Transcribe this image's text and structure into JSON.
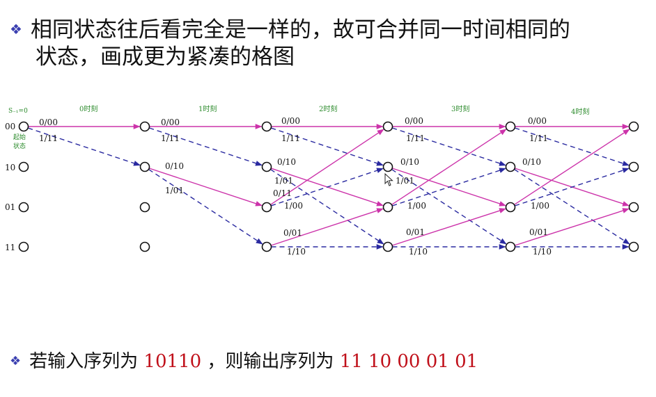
{
  "heading": {
    "bullet": "❖",
    "line1": "相同状态往后看完全是一样的，故可合并同一时间相同的",
    "line2": "状态，画成更为紧凑的格图"
  },
  "trellis": {
    "start_state_label": "S₋₁=0",
    "start_caption_1": "起始",
    "start_caption_2": "状态",
    "time_labels": [
      "0时刻",
      "1时刻",
      "2时刻",
      "3时刻",
      "4时刻"
    ],
    "state_labels": [
      "00",
      "10",
      "01",
      "11"
    ],
    "edge_labels": [
      "0/00",
      "1/11",
      "0/00",
      "1/11",
      "0/10",
      "1/01",
      "0/00",
      "1/11",
      "0/10",
      "1/01",
      "0/11",
      "1/00",
      "0/01",
      "1/10",
      "0/00",
      "1/11",
      "0/10",
      "1/01",
      "1/00",
      "0/01",
      "1/10",
      "0/00",
      "1/11",
      "0/10",
      "1/00",
      "0/01",
      "1/10"
    ],
    "colors": {
      "solid_edge": "#cc33aa",
      "dashed_edge": "#2a2aa0"
    }
  },
  "conclusion": {
    "bullet": "❖",
    "prefix": "若输入序列为",
    "input_seq": "10110",
    "middle": "，则输出序列为",
    "output_seq": "11 10 00 01 01"
  }
}
